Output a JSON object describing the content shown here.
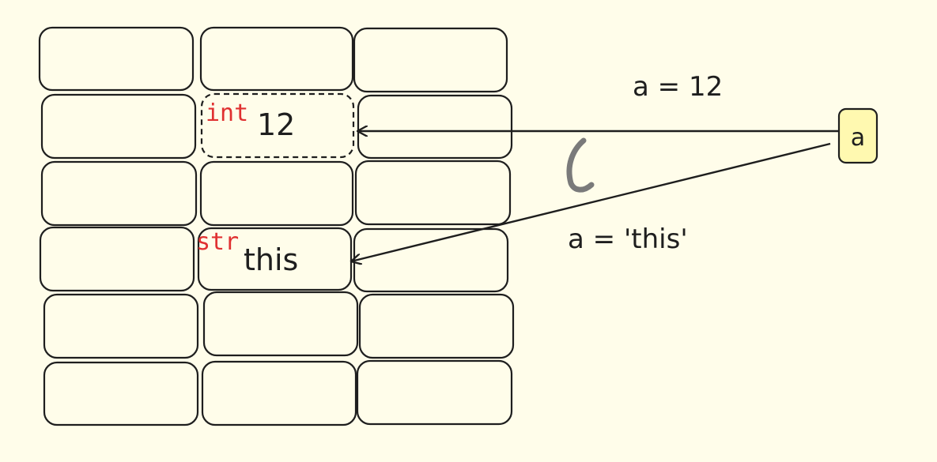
{
  "memory_grid": {
    "rows": 6,
    "cols": 3,
    "cell_int": {
      "type": "int",
      "value": "12"
    },
    "cell_str": {
      "type": "str",
      "value": "this"
    }
  },
  "variable": {
    "name": "a",
    "fill": "#fff9b0",
    "border": "#1e1e1e"
  },
  "assignments": {
    "first": "a = 12",
    "second": "a = 'this'"
  },
  "colors": {
    "background": "#fffdea",
    "stroke": "#1e1e1e",
    "type_label": "#e03131",
    "rebind_mark": "#7a7a7a"
  },
  "icons": {
    "rebind": "curved-arrow-icon"
  }
}
